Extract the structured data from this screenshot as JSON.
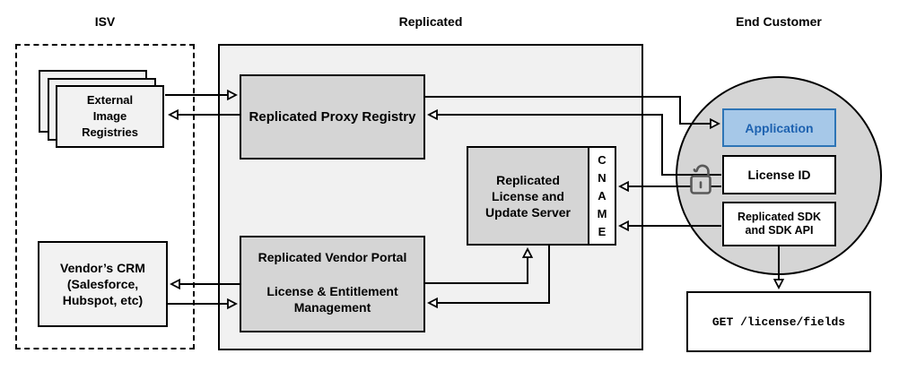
{
  "sections": {
    "isv": {
      "label": "ISV"
    },
    "replicated": {
      "label": "Replicated"
    },
    "end_customer": {
      "label": "End Customer"
    }
  },
  "nodes": {
    "external_registries": {
      "lines": [
        "External",
        "Image",
        "Registries"
      ]
    },
    "vendor_crm": {
      "lines": [
        "Vendor’s CRM",
        "(Salesforce,",
        "Hubspot, etc)"
      ]
    },
    "proxy_registry": {
      "label": "Replicated Proxy Registry"
    },
    "vendor_portal": {
      "title": "Replicated Vendor Portal",
      "subtitle_lines": [
        "License & Entitlement",
        "Management"
      ]
    },
    "update_server": {
      "lines": [
        "Replicated",
        "License and",
        "Update Server"
      ]
    },
    "cname": {
      "letters": [
        "C",
        "N",
        "A",
        "M",
        "E"
      ]
    },
    "application": {
      "label": "Application"
    },
    "license_id": {
      "label": "License ID"
    },
    "sdk": {
      "lines": [
        "Replicated SDK",
        "and SDK API"
      ]
    },
    "get_request": {
      "label": "GET /license/fields"
    }
  },
  "icons": {
    "unlock": "open-padlock"
  },
  "colors": {
    "region_fill": "#f1f1f1",
    "node_gray": "#d5d5d5",
    "node_light_gray": "#f2f2f2",
    "application_fill": "#a6c8e8",
    "application_border": "#2e75b6",
    "application_text": "#1d62b0",
    "line": "#000000",
    "lock_icon": "#595959"
  }
}
